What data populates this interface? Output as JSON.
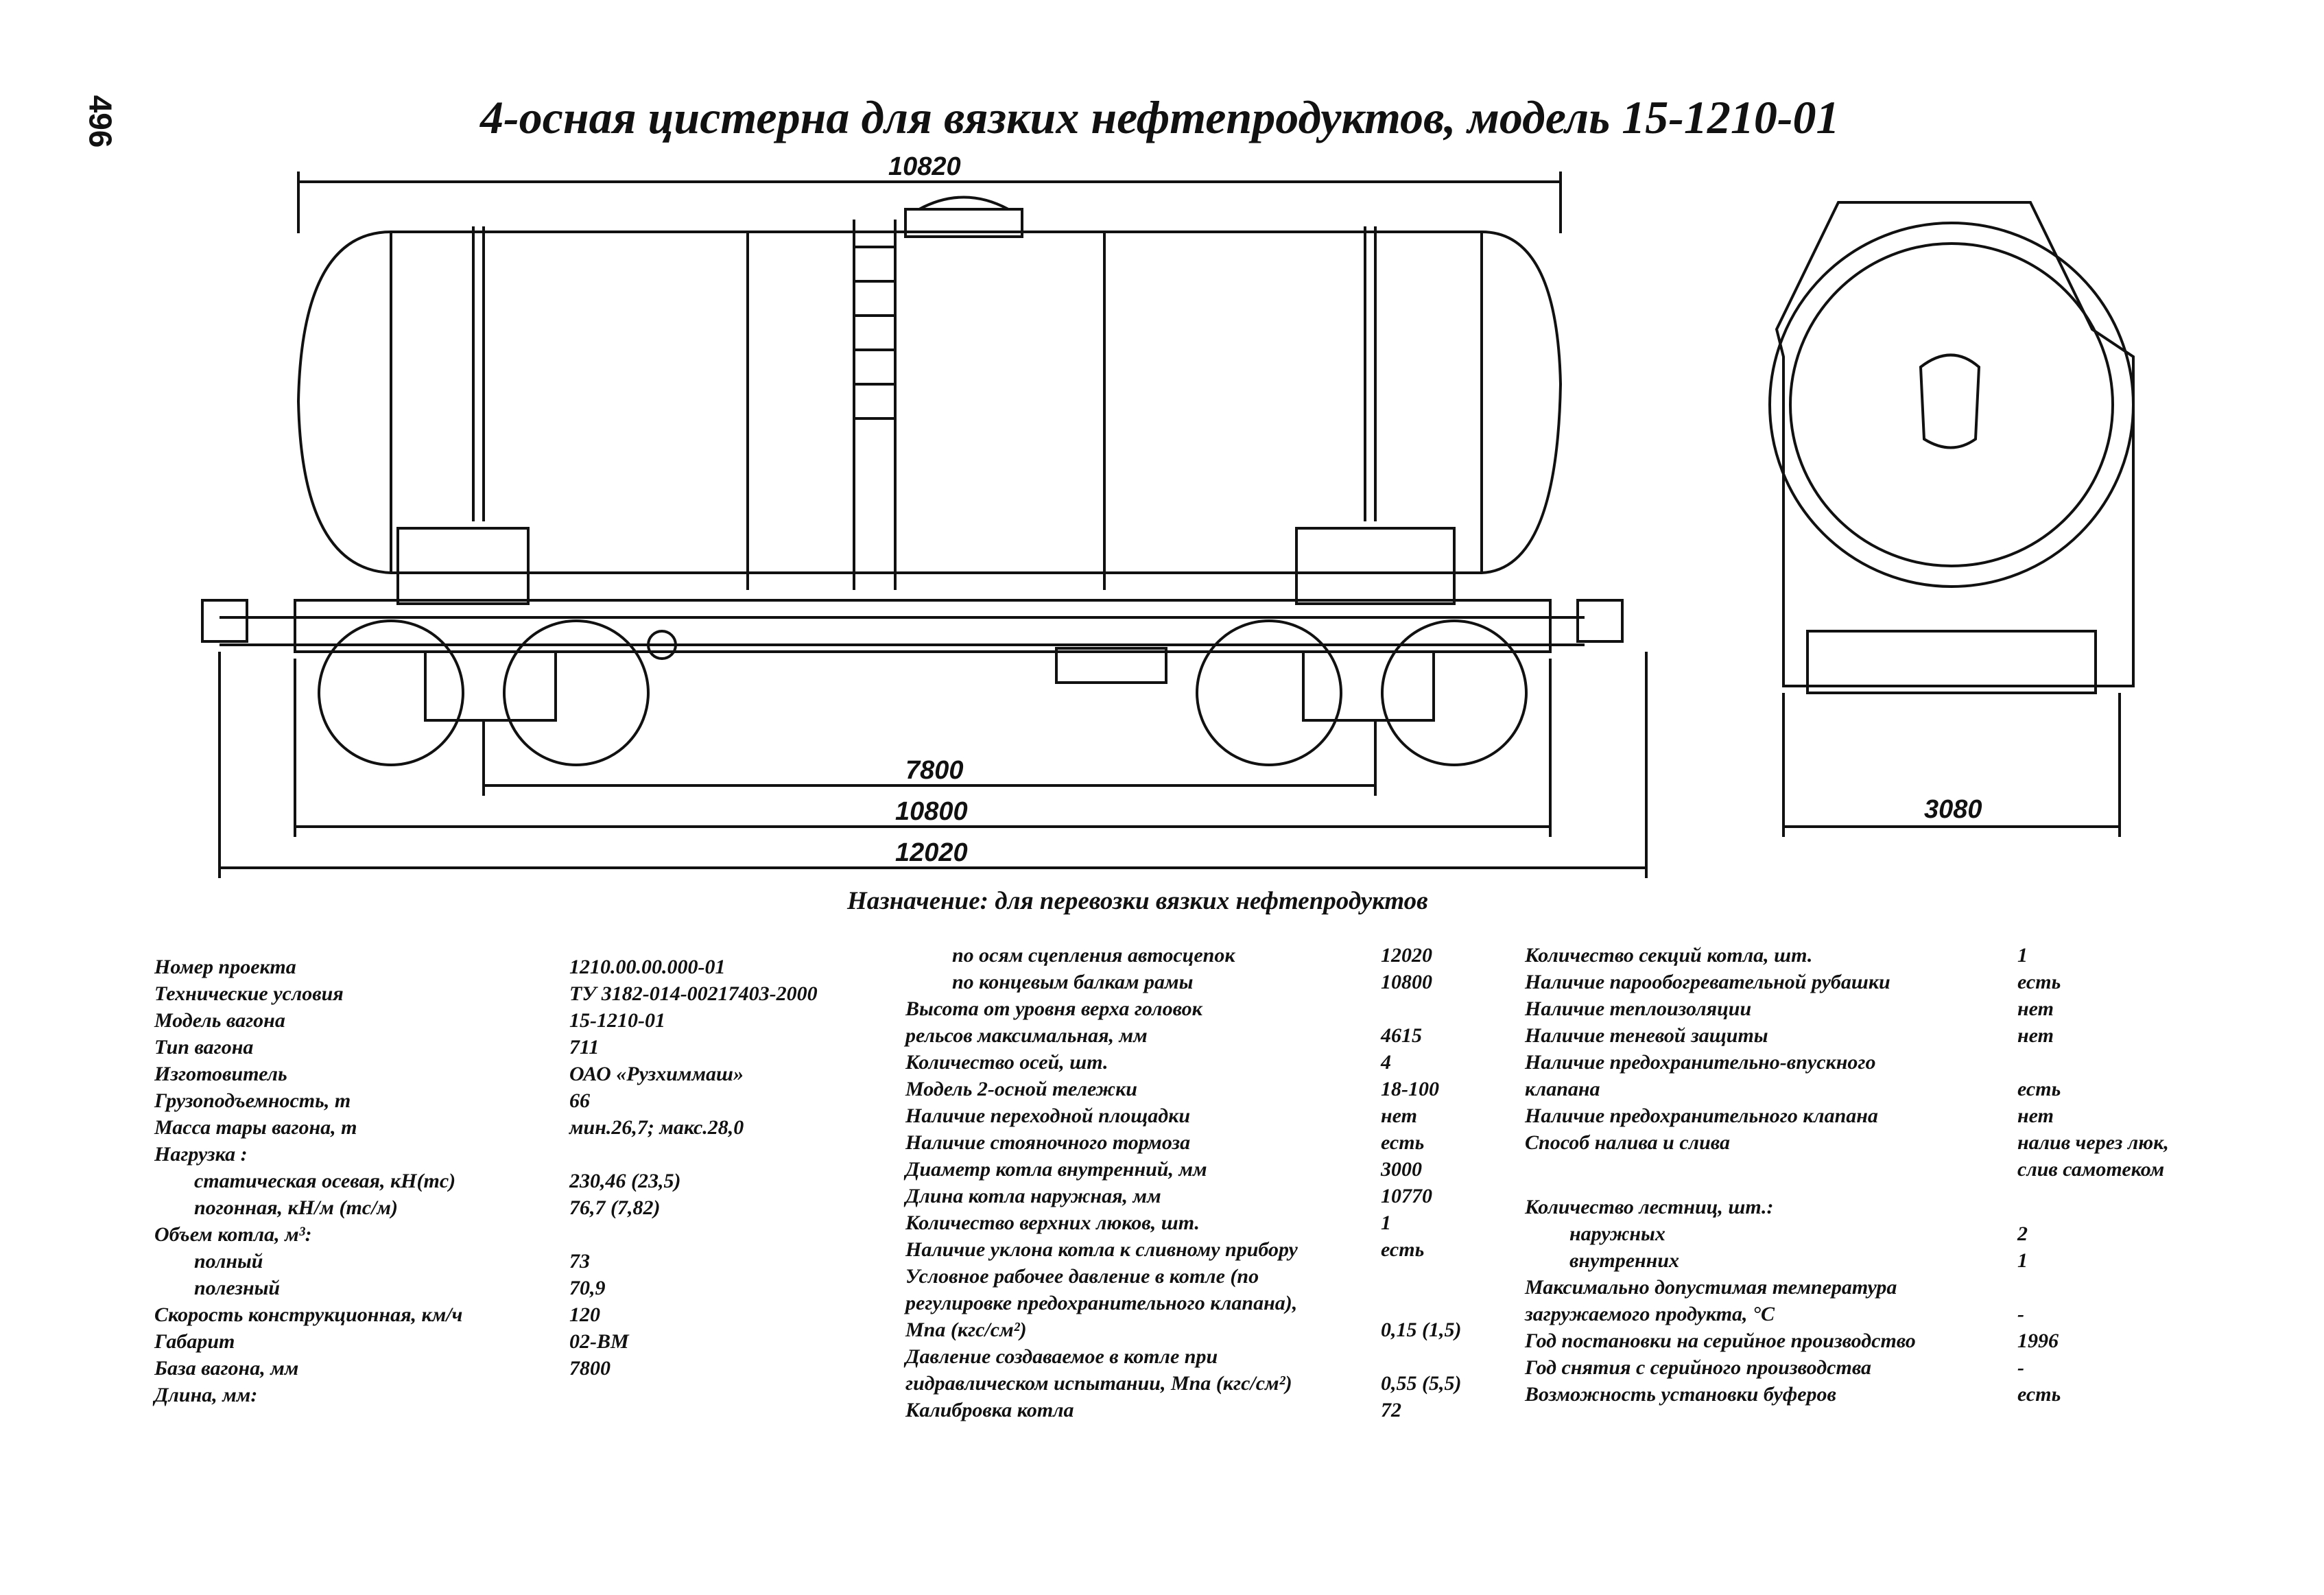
{
  "page_number": "496",
  "title": "4-осная цистерна для вязких нефтепродуктов, модель 15-1210-01",
  "purpose": "Назначение: для перевозки вязких нефтепродуктов",
  "dimensions": {
    "top_length": "10820",
    "base": "7800",
    "frame_length": "10800",
    "coupler_length": "12020",
    "width": "3080"
  },
  "col1": [
    {
      "label": "Номер проекта",
      "value": "1210.00.00.000-01"
    },
    {
      "label": "Технические условия",
      "value": "ТУ 3182-014-00217403-2000"
    },
    {
      "label": "Модель вагона",
      "value": "15-1210-01"
    },
    {
      "label": "Тип вагона",
      "value": "711"
    },
    {
      "label": "Изготовитель",
      "value": "ОАО «Рузхиммаш»"
    },
    {
      "label": "Грузоподъемность, т",
      "value": "66"
    },
    {
      "label": "Масса тары вагона, т",
      "value": "мин.26,7; макс.28,0"
    },
    {
      "label": "Нагрузка :",
      "value": ""
    },
    {
      "label": "статическая осевая, кН(тс)",
      "value": "230,46 (23,5)"
    },
    {
      "label": "погонная, кН/м (тс/м)",
      "value": "76,7 (7,82)"
    },
    {
      "label": "Объем котла, м³:",
      "value": ""
    },
    {
      "label": "полный",
      "value": "73"
    },
    {
      "label": "полезный",
      "value": "70,9"
    },
    {
      "label": "Скорость конструкционная, км/ч",
      "value": "120"
    },
    {
      "label": "Габарит",
      "value": "02-ВМ"
    },
    {
      "label": "База вагона, мм",
      "value": "7800"
    },
    {
      "label": "Длина, мм:",
      "value": ""
    }
  ],
  "col2": [
    {
      "label": "по осям сцепления автосцепок",
      "value": "12020"
    },
    {
      "label": "по концевым балкам рамы",
      "value": "10800"
    },
    {
      "label": "Высота от уровня верха головок",
      "value": ""
    },
    {
      "label": "рельсов максимальная, мм",
      "value": "4615"
    },
    {
      "label": "Количество осей, шт.",
      "value": "4"
    },
    {
      "label": "Модель 2-осной тележки",
      "value": "18-100"
    },
    {
      "label": "Наличие переходной площадки",
      "value": "нет"
    },
    {
      "label": "Наличие стояночного тормоза",
      "value": "есть"
    },
    {
      "label": "Диаметр котла внутренний, мм",
      "value": "3000"
    },
    {
      "label": "Длина котла наружная, мм",
      "value": "10770"
    },
    {
      "label": "Количество верхних люков, шт.",
      "value": "1"
    },
    {
      "label": "Наличие уклона котла к сливному прибору",
      "value": "есть"
    },
    {
      "label": "Условное рабочее давление в котле (по",
      "value": ""
    },
    {
      "label": "регулировке предохранительного клапана),",
      "value": ""
    },
    {
      "label": "Мпа (кгс/см²)",
      "value": "0,15 (1,5)"
    },
    {
      "label": "Давление создаваемое в котле при",
      "value": ""
    },
    {
      "label": "гидравлическом испытании, Мпа (кгс/см²)",
      "value": "0,55 (5,5)"
    },
    {
      "label": "Калибровка котла",
      "value": "72"
    }
  ],
  "col3": [
    {
      "label": "Количество секций котла, шт.",
      "value": "1"
    },
    {
      "label": "Наличие парообогревательной рубашки",
      "value": "есть"
    },
    {
      "label": "Наличие теплоизоляции",
      "value": "нет"
    },
    {
      "label": "Наличие теневой защиты",
      "value": "нет"
    },
    {
      "label": "Наличие предохранительно-впускного",
      "value": ""
    },
    {
      "label": "клапана",
      "value": "есть"
    },
    {
      "label": "Наличие предохранительного клапана",
      "value": "нет"
    },
    {
      "label": "Способ налива и слива",
      "value": "налив через люк,"
    },
    {
      "label": "",
      "value": "слив самотеком"
    },
    {
      "label": "Количество лестниц, шт.:",
      "value": ""
    },
    {
      "label": "наружных",
      "value": "2"
    },
    {
      "label": "внутренних",
      "value": "1"
    },
    {
      "label": "Максимально допустимая температура",
      "value": ""
    },
    {
      "label": "загружаемого продукта, °С",
      "value": "-"
    },
    {
      "label": "Год постановки на серийное производство",
      "value": "1996"
    },
    {
      "label": "Год снятия с серийного производства",
      "value": "-"
    },
    {
      "label": "Возможность установки буферов",
      "value": "есть"
    }
  ]
}
